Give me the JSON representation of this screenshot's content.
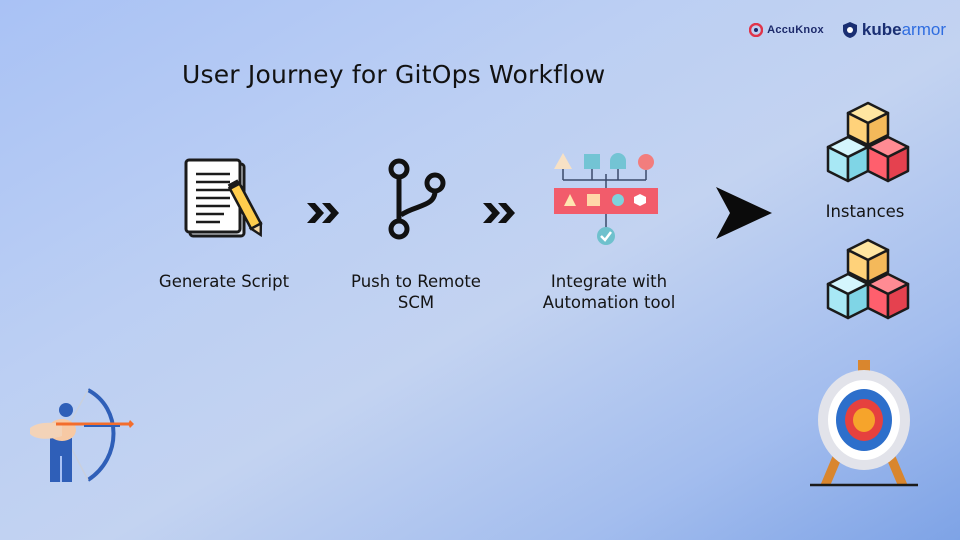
{
  "slide": {
    "title": "User Journey for GitOps Workflow"
  },
  "logos": [
    {
      "name": "AccuKnox",
      "icon": "accuknox-logo-icon"
    },
    {
      "name_a": "kube",
      "name_b": "armor",
      "icon": "kubearmor-logo-icon"
    }
  ],
  "steps": [
    {
      "label": "Generate Script",
      "icon": "document-pencil-icon"
    },
    {
      "label_line1": "Push to Remote",
      "label_line2": "SCM",
      "icon": "git-branch-icon"
    },
    {
      "label_line1": "Integrate with",
      "label_line2": "Automation tool",
      "icon": "automation-workflow-icon"
    }
  ],
  "result": {
    "label": "Instances",
    "icon": "cubes-icon"
  },
  "decor": {
    "left_icon": "archer-icon",
    "right_icon": "target-icon"
  },
  "colors": {
    "accent_blue": "#2f6de0",
    "cube_yellow": "#ffd27a",
    "cube_cyan": "#a8e8f5",
    "cube_red": "#ff5f6d",
    "automation_red": "#f25c6b"
  }
}
